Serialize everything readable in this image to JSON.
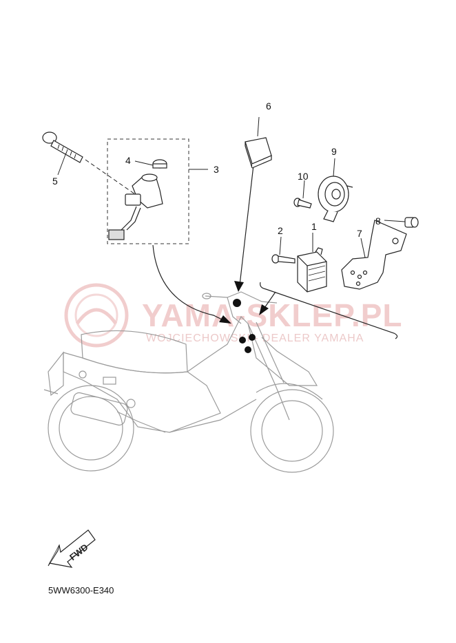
{
  "diagram": {
    "code": "5WW6300-E340",
    "fwd_label": "FWD",
    "watermark": {
      "main": "YAMA-SKLEP.PL",
      "sub": "WOJCIECHOWSKI - DEALER YAMAHA"
    },
    "callouts": [
      {
        "id": "1",
        "label": "1"
      },
      {
        "id": "2",
        "label": "2"
      },
      {
        "id": "3",
        "label": "3"
      },
      {
        "id": "4",
        "label": "4"
      },
      {
        "id": "5",
        "label": "5"
      },
      {
        "id": "6",
        "label": "6"
      },
      {
        "id": "7",
        "label": "7"
      },
      {
        "id": "8",
        "label": "8"
      },
      {
        "id": "9",
        "label": "9"
      },
      {
        "id": "10",
        "label": "10"
      }
    ],
    "colors": {
      "line": "#222222",
      "scooter_outline": "#9a9a9a",
      "watermark": "#f0c8c8"
    }
  }
}
